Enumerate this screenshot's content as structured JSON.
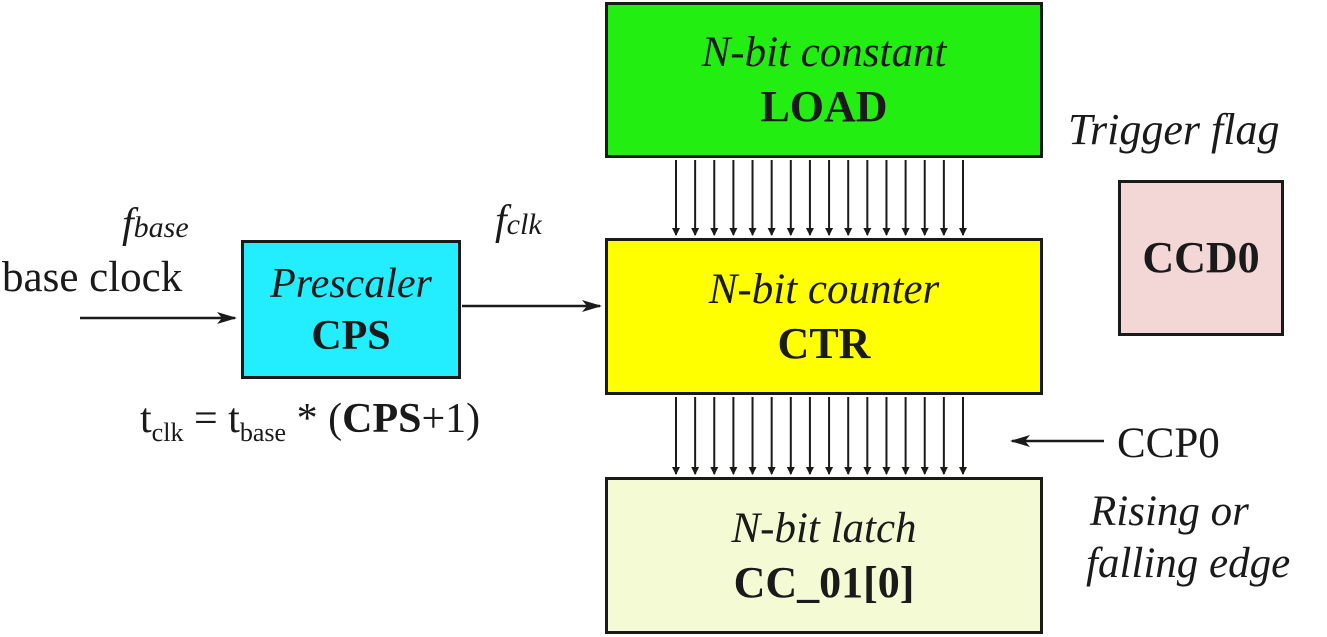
{
  "colors": {
    "load_fill": "#22ee11",
    "ctr_fill": "#ffff00",
    "latch_fill": "#f4fad4",
    "cps_fill": "#22eeff",
    "ccd0_fill": "#f3d7d7",
    "stroke": "#1a1a1a"
  },
  "load": {
    "line1": "N-bit constant",
    "line2": "LOAD"
  },
  "counter": {
    "line1": "N-bit counter",
    "line2": "CTR"
  },
  "latch": {
    "line1": "N-bit latch",
    "line2": "CC_01[0]"
  },
  "prescaler": {
    "line1": "Prescaler",
    "line2": "CPS"
  },
  "trigger": {
    "caption": "Trigger flag",
    "name": "CCD0"
  },
  "inputs": {
    "fbase_f": "f",
    "fbase_sub": "base",
    "base_clock": "base clock",
    "fclk_f": "f",
    "fclk_sub": "clk"
  },
  "formula": {
    "t1": "t",
    "t1_sub": "clk",
    "eq": " = ",
    "t2": "t",
    "t2_sub": "base",
    "op": " * (",
    "cps": "CPS",
    "tail": "+1)"
  },
  "capture": {
    "signal": "CCP0",
    "edge_line1": "Rising or",
    "edge_line2": "falling edge"
  },
  "bus_lines": 16
}
